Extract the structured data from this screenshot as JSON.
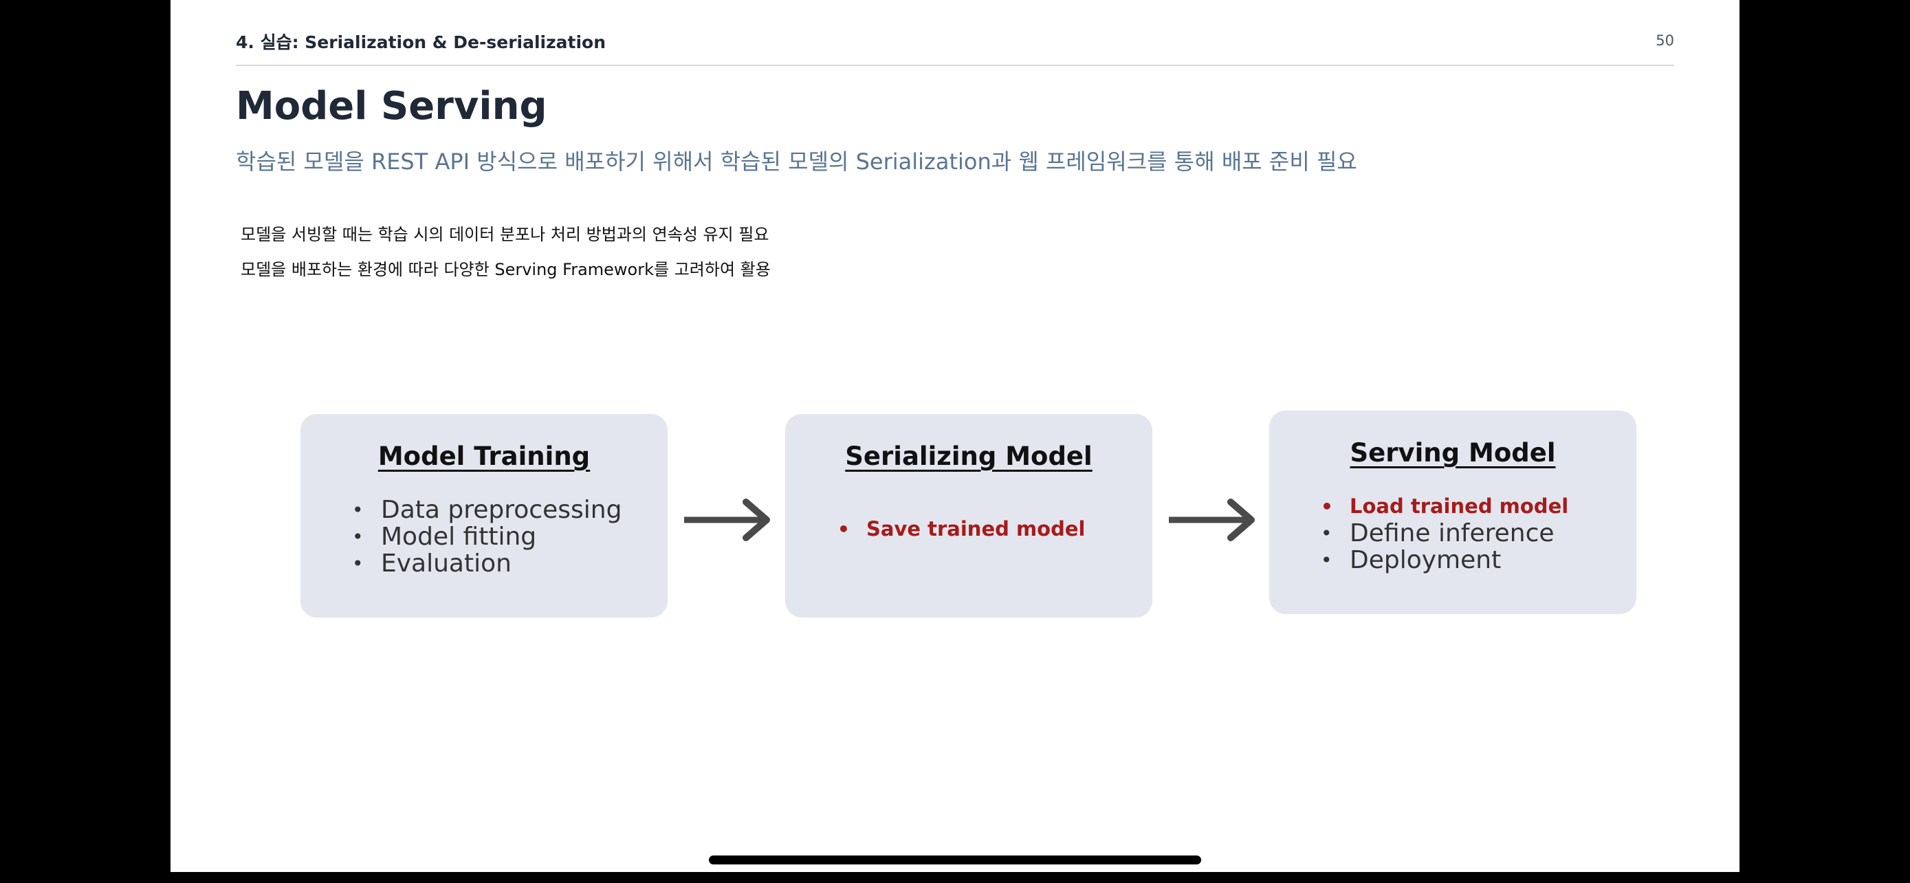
{
  "header": {
    "section_title": "4. 실습: Serialization & De-serialization",
    "page_number": "50"
  },
  "title": "Model Serving",
  "subtitle": "학습된 모델을 REST API 방식으로 배포하기 위해서 학습된 모델의 Serialization과 웹 프레임워크를 통해 배포 준비 필요",
  "bullets": [
    "모델을 서빙할 때는 학습 시의 데이터 분포나 처리 방법과의 연속성 유지 필요",
    "모델을 배포하는 환경에 따라 다양한 Serving Framework를 고려하여 활용"
  ],
  "diagram": {
    "boxes": [
      {
        "title": "Model Training",
        "items": [
          {
            "text": "Data preprocessing",
            "highlight": false
          },
          {
            "text": "Model fitting",
            "highlight": false
          },
          {
            "text": "Evaluation",
            "highlight": false
          }
        ]
      },
      {
        "title": "Serializing Model",
        "items": [
          {
            "text": "Save trained model",
            "highlight": true
          }
        ]
      },
      {
        "title": "Serving Model",
        "items": [
          {
            "text": "Load trained model",
            "highlight": true
          },
          {
            "text": "Define inference",
            "highlight": false
          },
          {
            "text": "Deployment",
            "highlight": false
          }
        ]
      }
    ],
    "bullet_char": "•",
    "arrow_icon": "right-arrow-icon"
  },
  "colors": {
    "box_bg": "#e3e6ee",
    "highlight": "#a61b1b",
    "subtitle": "#5a7591",
    "arrow": "#4a4a4a"
  }
}
